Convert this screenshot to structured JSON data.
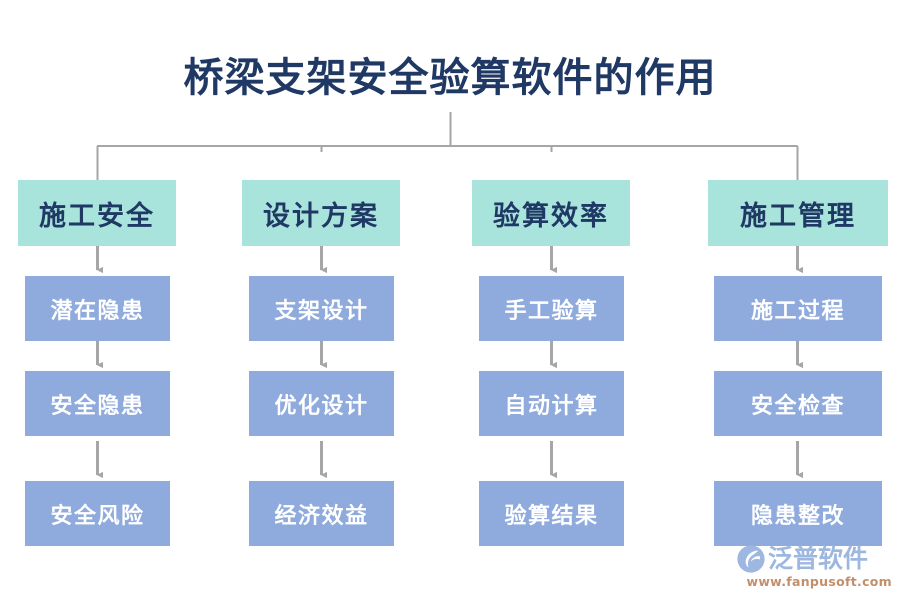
{
  "diagram": {
    "title": "桥梁支架安全验算软件的作用",
    "title_color": "#1F3864",
    "head_color": "#A8E4DC",
    "step_color": "#8FAADC",
    "connector_color": "#A6A6A6",
    "background": "#FFFFFF",
    "columns": [
      {
        "head": "施工安全",
        "steps": [
          "潜在隐患",
          "安全隐患",
          "安全风险"
        ]
      },
      {
        "head": "设计方案",
        "steps": [
          "支架设计",
          "优化设计",
          "经济效益"
        ]
      },
      {
        "head": "验算效率",
        "steps": [
          "手工验算",
          "自动计算",
          "验算结果"
        ]
      },
      {
        "head": "施工管理",
        "steps": [
          "施工过程",
          "安全检查",
          "隐患整改"
        ]
      }
    ]
  },
  "logo": {
    "brand": "泛普软件",
    "url": "www.fanpusoft.com",
    "mark": "fanpu-swoosh-icon",
    "brand_color": "#9DB7E0",
    "url_color": "#C48E6A"
  }
}
